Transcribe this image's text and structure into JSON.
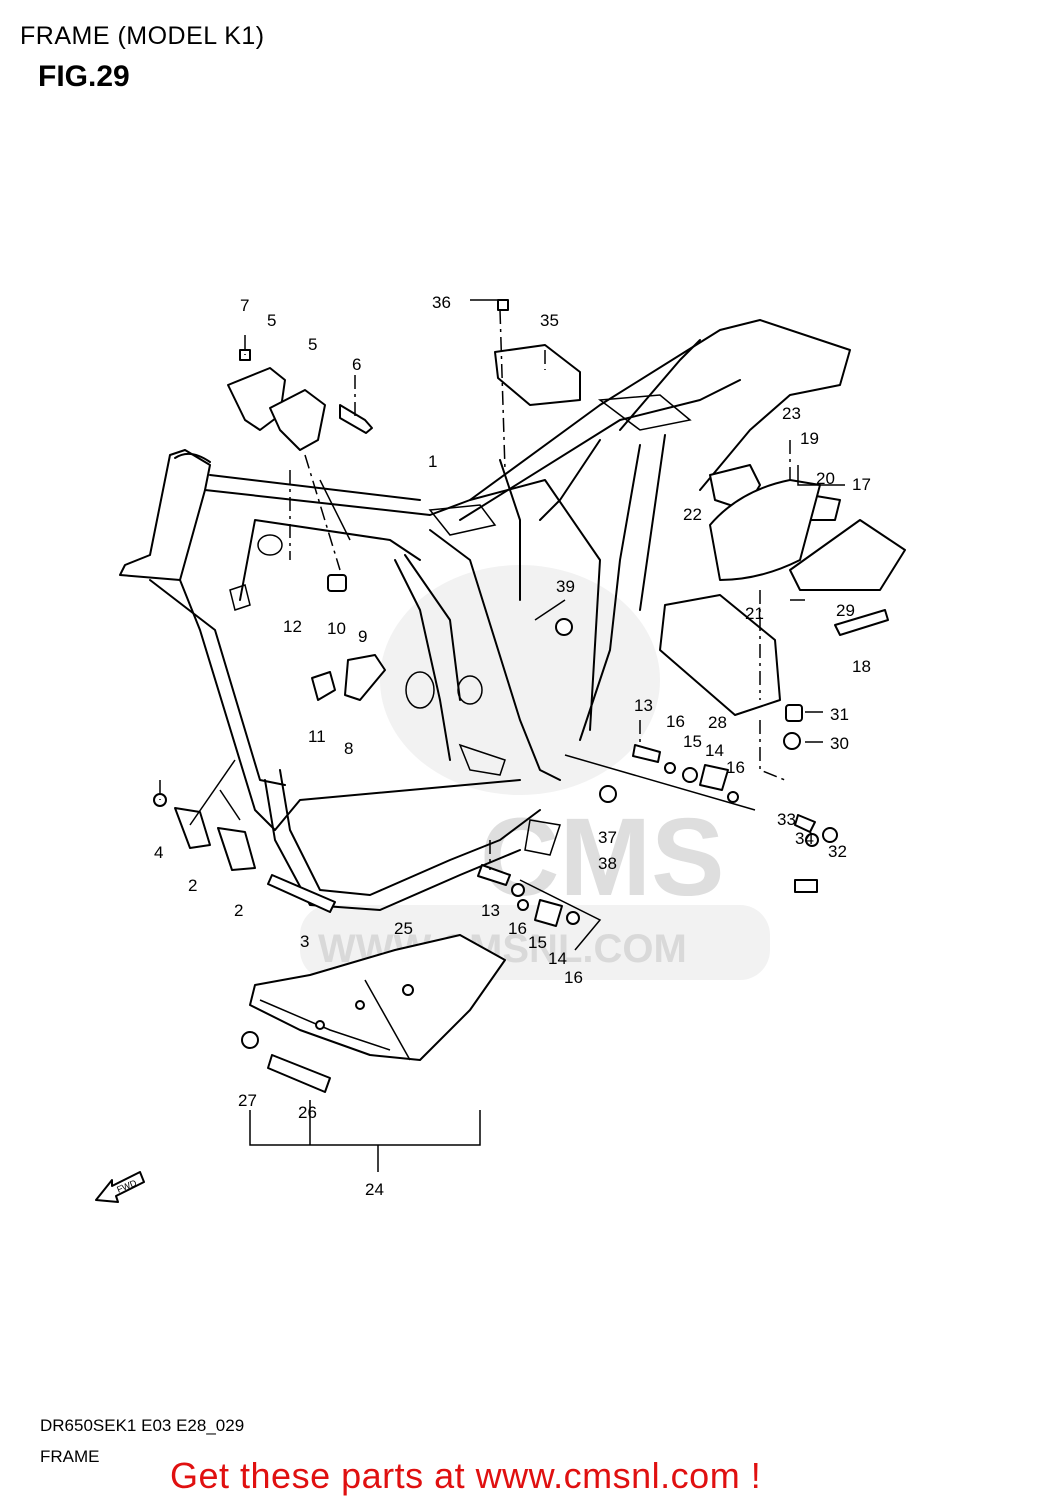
{
  "header": {
    "subtitle": "FRAME (MODEL K1)",
    "figure": "FIG.29"
  },
  "footer": {
    "code": "DR650SEK1 E03 E28_029",
    "caption": "FRAME",
    "cta": "Get these parts at www.cmsnl.com !"
  },
  "watermark": {
    "brand": "CMS",
    "url": "WWW.CMSNL.COM"
  },
  "fwd_label": "FWD",
  "part_labels": [
    "7",
    "5",
    "5",
    "6",
    "36",
    "35",
    "1",
    "23",
    "19",
    "20",
    "17",
    "22",
    "39",
    "12",
    "10",
    "9",
    "21",
    "29",
    "18",
    "11",
    "8",
    "13",
    "16",
    "15",
    "14",
    "16",
    "28",
    "31",
    "30",
    "4",
    "2",
    "2",
    "37",
    "38",
    "33",
    "34",
    "32",
    "3",
    "25",
    "13",
    "16",
    "15",
    "14",
    "16",
    "27",
    "26",
    "24"
  ]
}
